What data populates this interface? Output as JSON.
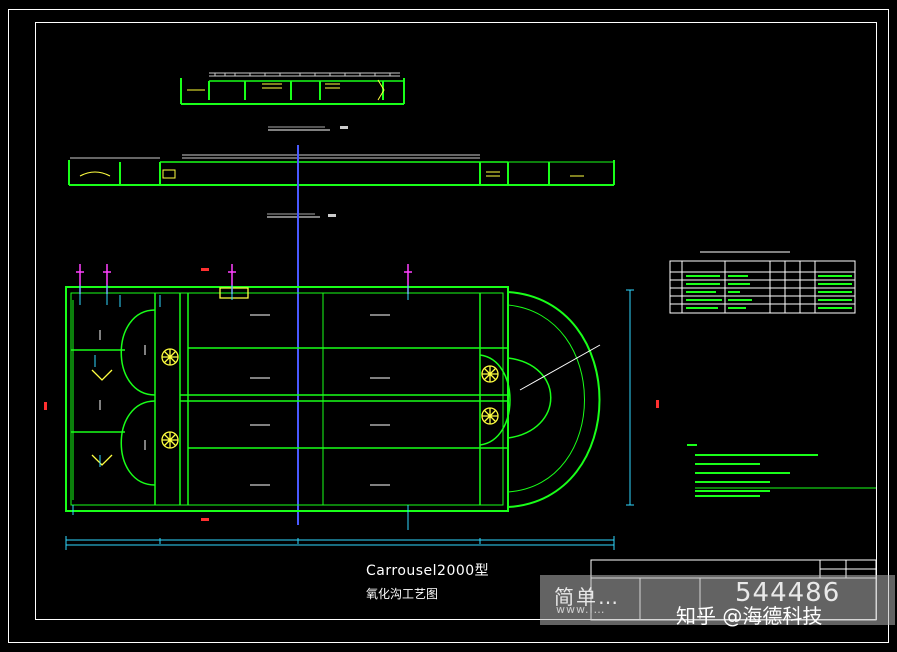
{
  "drawing": {
    "title": "Carrousel2000型",
    "subtitle": "氧化沟工艺图"
  },
  "watermark": {
    "text_cn": "简单…",
    "number": "544486",
    "url": "www.i…",
    "zhihu": "知乎 @海德科技"
  },
  "colors": {
    "background": "#000000",
    "wall": "#19ff19",
    "frame": "#ffffff",
    "axis": "#4a5aff",
    "dim": "#2fd9ff",
    "pipe": "#ff40ff",
    "note": "#ffff33",
    "equipment": "#ffff40"
  },
  "legend_table": {
    "rows": 5
  },
  "notes": {
    "lines": 7
  }
}
